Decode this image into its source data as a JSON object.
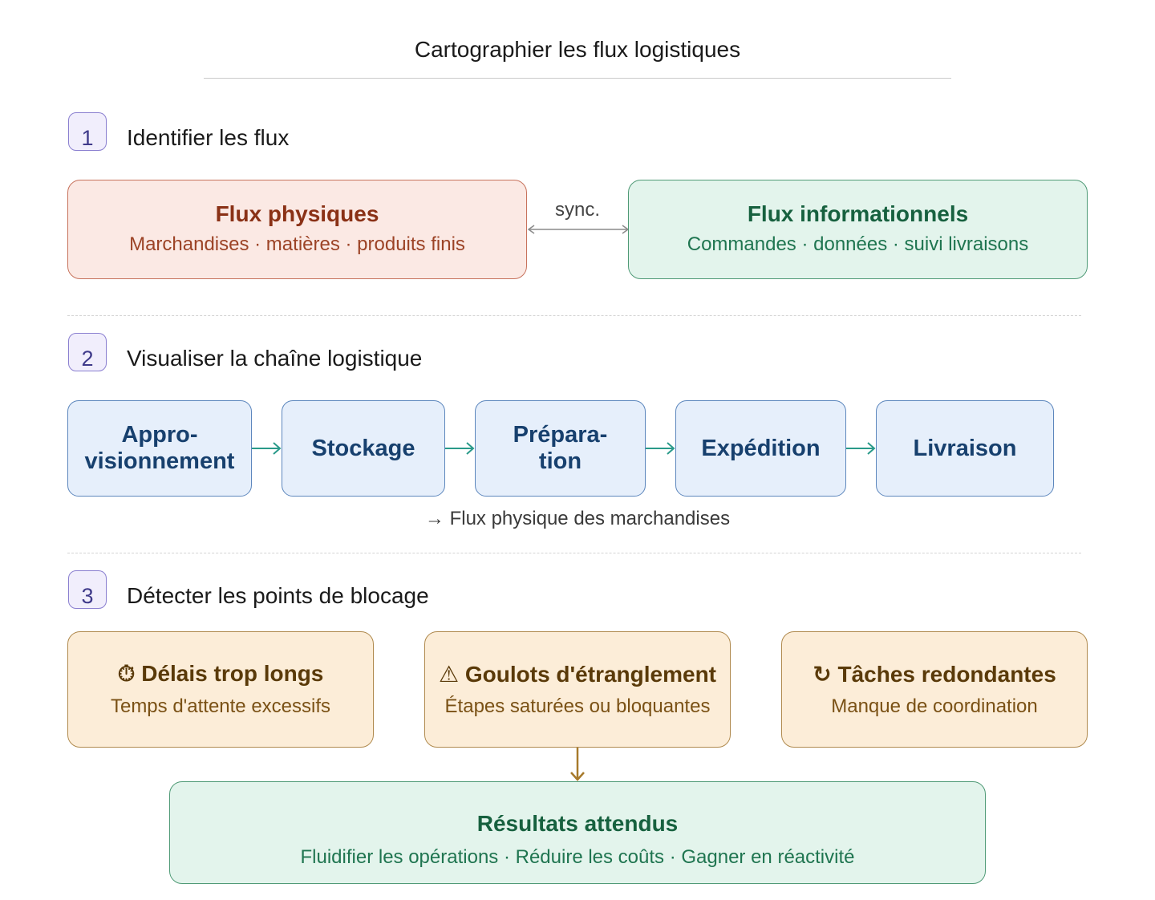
{
  "title": "Cartographier les flux logistiques",
  "step1": {
    "number": "1",
    "title": "Identifier les flux",
    "physical": {
      "title": "Flux physiques",
      "subtitle": "Marchandises · matières · produits finis"
    },
    "sync_label": "sync.",
    "information": {
      "title": "Flux informationnels",
      "subtitle": "Commandes · données · suivi livraisons"
    }
  },
  "step2": {
    "number": "2",
    "title": "Visualiser la chaîne logistique",
    "stages": [
      {
        "line1": "Appro-",
        "line2": "visionnement"
      },
      {
        "line1": "Stockage",
        "line2": ""
      },
      {
        "line1": "Prépara-",
        "line2": "tion"
      },
      {
        "line1": "Expédition",
        "line2": ""
      },
      {
        "line1": "Livraison",
        "line2": ""
      }
    ],
    "caption": "→ Flux physique des marchandises"
  },
  "step3": {
    "number": "3",
    "title": "Détecter les points de blocage",
    "blockers": [
      {
        "icon": "⏱",
        "icon_name": "stopwatch-icon",
        "title": "Délais trop longs",
        "subtitle": "Temps d'attente excessifs"
      },
      {
        "icon": "⚠",
        "icon_name": "warning-icon",
        "title": "Goulots d'étranglement",
        "subtitle": "Étapes saturées ou bloquantes"
      },
      {
        "icon": "↻",
        "icon_name": "refresh-icon",
        "title": "Tâches redondantes",
        "subtitle": "Manque de coordination"
      }
    ],
    "result": {
      "title": "Résultats attendus",
      "subtitle": "Fluidifier les opérations · Réduire les coûts · Gagner en réactivité"
    }
  },
  "colors": {
    "physical_border": "#c7725c",
    "information_border": "#4f9a76",
    "chain_border": "#5d87bd",
    "chain_arrow": "#2a9a8a",
    "blocker_border": "#b08a4e",
    "result_arrow": "#a77a2c",
    "sync_arrow": "#8a8a8a"
  }
}
